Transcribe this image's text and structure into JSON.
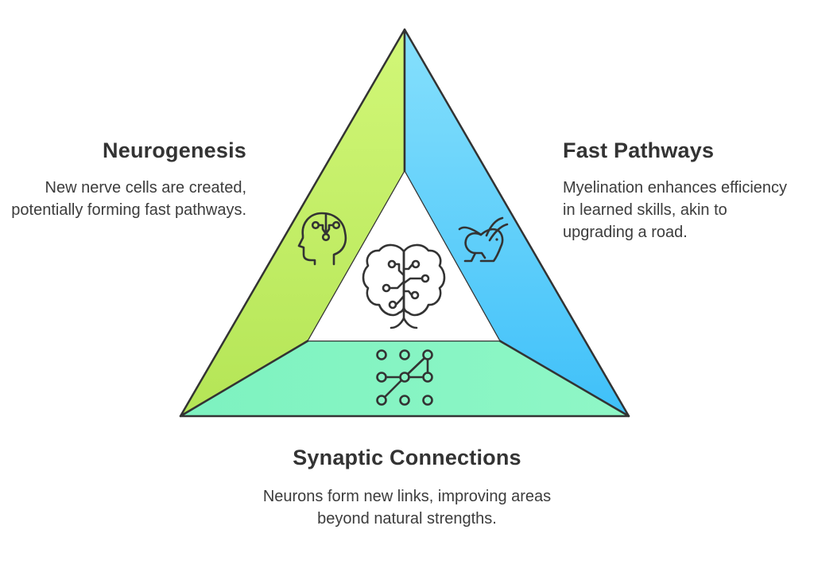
{
  "colors": {
    "left_segment": "#c8f06a",
    "right_segment": "#58c8f8",
    "bottom_segment": "#86f5c1",
    "outline": "#333333",
    "text": "#333333"
  },
  "segments": {
    "left": {
      "title": "Neurogenesis",
      "description": "New nerve cells are created, potentially forming fast pathways.",
      "icon": "head-circuit-icon"
    },
    "right": {
      "title": "Fast Pathways",
      "description": "Myelination enhances efficiency in learned skills, akin to upgrading a road.",
      "icon": "rabbit-icon"
    },
    "bottom": {
      "title": "Synaptic Connections",
      "description": "Neurons form new links, improving areas beyond natural strengths.",
      "icon": "network-nodes-icon"
    },
    "center": {
      "icon": "brain-circuit-icon"
    }
  }
}
